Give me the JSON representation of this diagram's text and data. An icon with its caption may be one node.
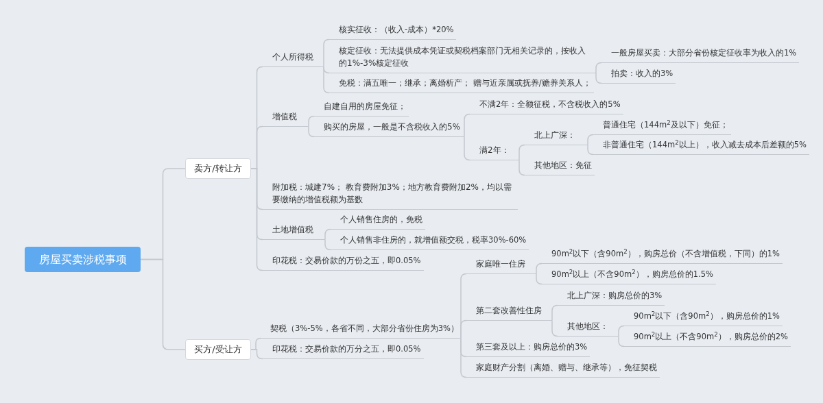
{
  "diagram": {
    "nodes": [
      {
        "text": [
          "房屋买卖涉税事项"
        ]
      },
      {
        "text": [
          "卖方/转让方"
        ]
      },
      {
        "text": [
          "买方/受让方"
        ]
      },
      {
        "text": [
          "个人所得税"
        ]
      },
      {
        "text": [
          "核实征收：（收入-成本）*20%"
        ]
      },
      {
        "text": [
          "核定征收：无法提供成本凭证或契税档案部门无相关记录的，按收入的1%-3%核定征收"
        ]
      },
      {
        "text": [
          "免税：满五唯一；继承；离婚析产； 赠与近亲属或抚养/赡养关系人；"
        ]
      },
      {
        "text": [
          "一般房屋买卖：大部分省份核定征收率为收入的1%"
        ]
      },
      {
        "text": [
          "拍卖：收入的3%"
        ]
      },
      {
        "text": [
          "增值税"
        ]
      },
      {
        "text": [
          "自建自用的房屋免征；"
        ]
      },
      {
        "text": [
          "购买的房屋，一般是不含税收入的5%"
        ]
      },
      {
        "text": [
          "不满2年：全额征税，不含税收入的5%"
        ]
      },
      {
        "text": [
          "满2年："
        ]
      },
      {
        "text": [
          "北上广深："
        ]
      },
      {
        "text": [
          "其他地区：免征"
        ]
      },
      {
        "text": [
          "普通住宅（144m$^{2}$及以下）免征；"
        ]
      },
      {
        "text": [
          "非普通住宅（144m$^{2}$以上），收入减去成本后差额的5%"
        ]
      },
      {
        "text": [
          "附加税：城建7%； 教育费附加3%；地方教育费附加2%，均以需要缴纳的增值税额为基数"
        ]
      },
      {
        "text": [
          "土地增值税"
        ]
      },
      {
        "text": [
          "个人销售住房的，免税"
        ]
      },
      {
        "text": [
          "个人销售非住房的，就增值额交税，税率30%-60%"
        ]
      },
      {
        "text": [
          "印花税：交易价款的万份之五，即0.05%"
        ]
      },
      {
        "text": [
          "契税（3%-5%，各省不同，大部分省份住房为3%）"
        ]
      },
      {
        "text": [
          "印花税：交易价款的万分之五，即0.05%"
        ]
      },
      {
        "text": [
          "家庭唯一住房"
        ]
      },
      {
        "text": [
          "90m$^{2}$以下（含90m$^{2}$），购房总价（不含增值税，下同）的1%"
        ]
      },
      {
        "text": [
          "90m$^{2}$以上（不含90m$^{2}$），购房总价的1.5%"
        ]
      },
      {
        "text": [
          "第二套改善性住房"
        ]
      },
      {
        "text": [
          "北上广深：购房总价的3%"
        ]
      },
      {
        "text": [
          "其他地区："
        ]
      },
      {
        "text": [
          "90m$^{2}$以下（含90m$^{2}$），购房总价的1%"
        ]
      },
      {
        "text": [
          "90m$^{2}$以上（不含90m$^{2}$），购房总价的2%"
        ]
      },
      {
        "text": [
          "第三套及以上：购房总价的3%"
        ]
      },
      {
        "text": [
          "家庭财产分割（离婚、赠与、继承等），免征契税"
        ]
      }
    ],
    "edges": [
      {
        "from": 0,
        "to": 1,
        "arrow": "none"
      },
      {
        "from": 0,
        "to": 2,
        "arrow": "none"
      },
      {
        "from": 1,
        "to": 3,
        "arrow": "none"
      },
      {
        "from": 3,
        "to": 4,
        "arrow": "none"
      },
      {
        "from": 3,
        "to": 5,
        "arrow": "none"
      },
      {
        "from": 3,
        "to": 6,
        "arrow": "none"
      },
      {
        "from": 5,
        "to": 7,
        "arrow": "none"
      },
      {
        "from": 5,
        "to": 8,
        "arrow": "none"
      },
      {
        "from": 1,
        "to": 9,
        "arrow": "none"
      },
      {
        "from": 9,
        "to": 10,
        "arrow": "none"
      },
      {
        "from": 9,
        "to": 11,
        "arrow": "none"
      },
      {
        "from": 11,
        "to": 12,
        "arrow": "none"
      },
      {
        "from": 11,
        "to": 13,
        "arrow": "none"
      },
      {
        "from": 13,
        "to": 14,
        "arrow": "none"
      },
      {
        "from": 13,
        "to": 15,
        "arrow": "none"
      },
      {
        "from": 14,
        "to": 16,
        "arrow": "none"
      },
      {
        "from": 14,
        "to": 17,
        "arrow": "none"
      },
      {
        "from": 1,
        "to": 18,
        "arrow": "none"
      },
      {
        "from": 1,
        "to": 19,
        "arrow": "none"
      },
      {
        "from": 19,
        "to": 20,
        "arrow": "none"
      },
      {
        "from": 19,
        "to": 21,
        "arrow": "none"
      },
      {
        "from": 1,
        "to": 22,
        "arrow": "none"
      },
      {
        "from": 2,
        "to": 23,
        "arrow": "none"
      },
      {
        "from": 2,
        "to": 24,
        "arrow": "none"
      },
      {
        "from": 23,
        "to": 25,
        "arrow": "none"
      },
      {
        "from": 25,
        "to": 26,
        "arrow": "none"
      },
      {
        "from": 25,
        "to": 27,
        "arrow": "none"
      },
      {
        "from": 23,
        "to": 28,
        "arrow": "none"
      },
      {
        "from": 28,
        "to": 29,
        "arrow": "none"
      },
      {
        "from": 28,
        "to": 30,
        "arrow": "none"
      },
      {
        "from": 30,
        "to": 31,
        "arrow": "none"
      },
      {
        "from": 30,
        "to": 32,
        "arrow": "none"
      },
      {
        "from": 23,
        "to": 33,
        "arrow": "none"
      },
      {
        "from": 23,
        "to": 34,
        "arrow": "none"
      }
    ]
  }
}
